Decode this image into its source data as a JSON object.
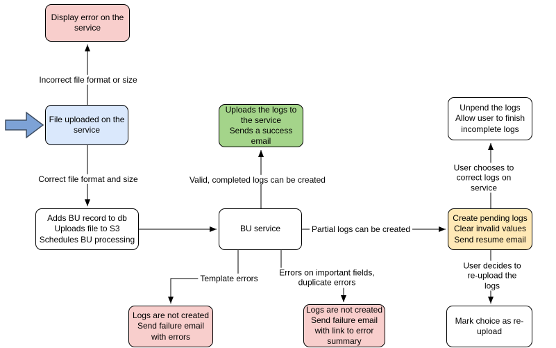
{
  "nodes": {
    "display_error": {
      "text": "Display error on the\nservice",
      "fill": "#f8cecc"
    },
    "file_uploaded": {
      "text": "File uploaded on the\nservice",
      "fill": "#dae8fc"
    },
    "adds_bu": {
      "text": "Adds BU record to db\nUploads file to S3\nSchedules BU processing",
      "fill": "#ffffff"
    },
    "bu_service": {
      "text": "BU service",
      "fill": "#ffffff"
    },
    "uploads_logs": {
      "text": "Uploads the logs to\nthe service\nSends a success\nemail",
      "fill": "#a4d48a"
    },
    "create_pending": {
      "text": "Create pending logs\nClear invalid values\nSend resume email",
      "fill": "#ffe9b6"
    },
    "unpend_logs": {
      "text": "Unpend the logs\nAllow user to finish\nincomplete logs",
      "fill": "#ffffff"
    },
    "mark_choice": {
      "text": "Mark choice as re-\nupload",
      "fill": "#ffffff"
    },
    "logs_not_created_errors": {
      "text": "Logs are not created\nSend failure email\nwith errors",
      "fill": "#f8cecc"
    },
    "logs_not_created_summary": {
      "text": "Logs are not created\nSend failure email\nwith link to error\nsummary",
      "fill": "#f8cecc"
    }
  },
  "edge_labels": {
    "incorrect_format": "Incorrect file format or size",
    "correct_format": "Correct file format and size",
    "valid_logs": "Valid, completed logs can be created",
    "partial_logs": "Partial logs can be created",
    "template_errors": "Template errors",
    "field_errors": "Errors on important fields,\nduplicate errors",
    "user_correct": "User chooses to correct logs on service",
    "user_reupload": "User decides to re-upload the logs"
  },
  "colors": {
    "node_border": "#000000",
    "edge_stroke": "#000000",
    "pink_fill": "#f8cecc",
    "blue_fill": "#dae8fc",
    "green_fill": "#a4d48a",
    "yellow_fill": "#ffe9b6",
    "entry_arrow_fill": "#7da2d6",
    "entry_arrow_stroke": "#3e4d61"
  }
}
